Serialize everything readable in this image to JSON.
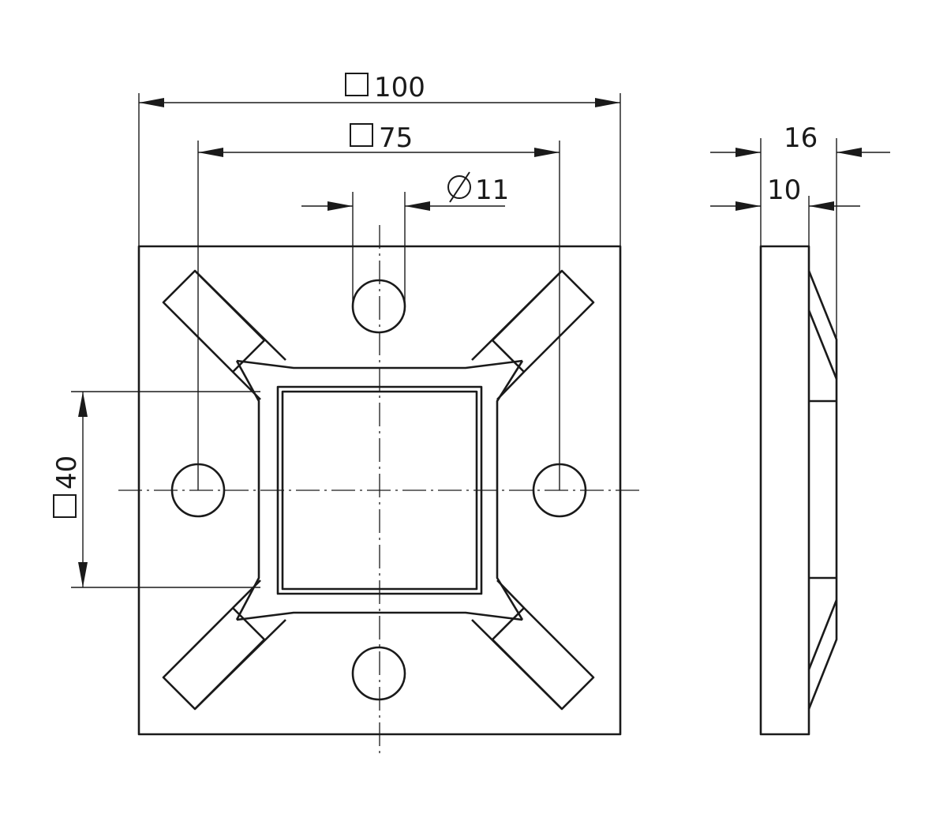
{
  "dimensions": {
    "plate_width": {
      "symbol": "square",
      "value": "100"
    },
    "hole_spacing": {
      "symbol": "square",
      "value": "75"
    },
    "hole_diameter": {
      "symbol": "diameter",
      "value": "11"
    },
    "center_square": {
      "symbol": "square",
      "value": "40"
    },
    "total_thickness": {
      "value": "16"
    },
    "plate_thickness": {
      "value": "10"
    }
  },
  "colors": {
    "line": "#1a1a1a",
    "background": "#ffffff"
  }
}
